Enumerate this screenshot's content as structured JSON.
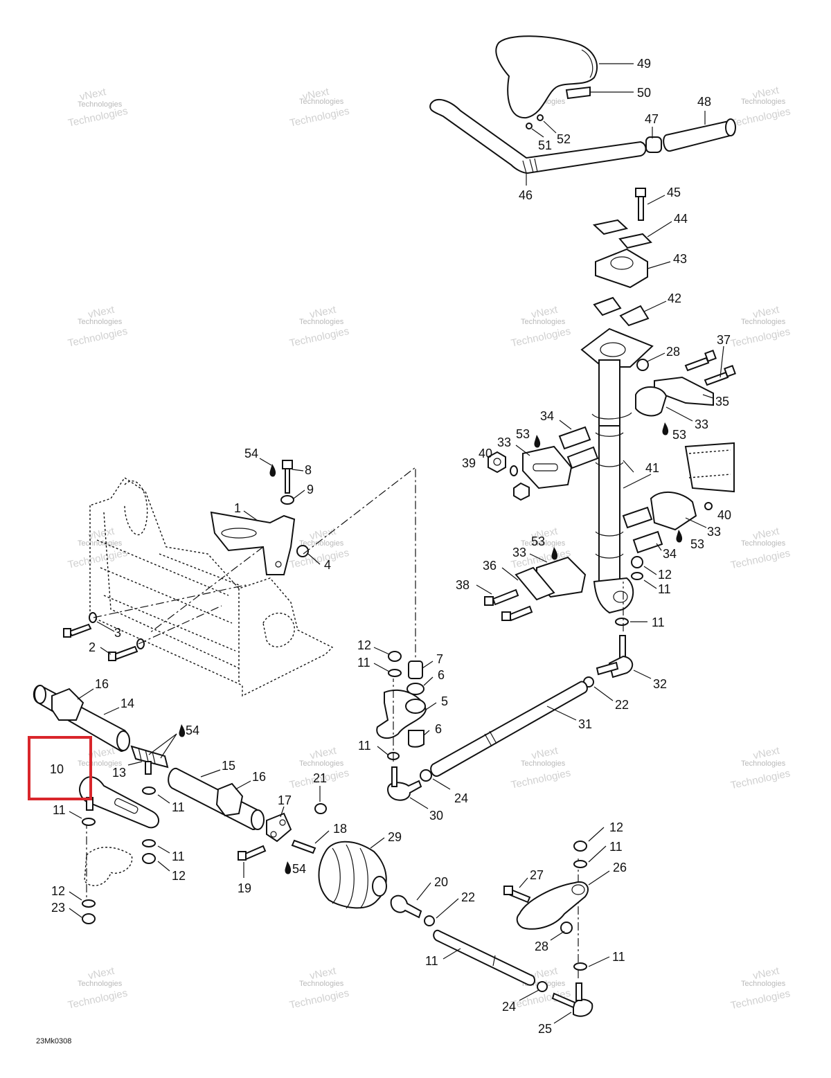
{
  "drawing_code": "23Mk0308",
  "watermark": {
    "line1": "vNext",
    "line2": "Technologies",
    "line3": "Technologies"
  },
  "highlight": {
    "label": "10",
    "color": "#d9262b"
  },
  "callouts": [
    {
      "id": "49",
      "label": "49"
    },
    {
      "id": "50",
      "label": "50"
    },
    {
      "id": "48",
      "label": "48"
    },
    {
      "id": "47",
      "label": "47"
    },
    {
      "id": "52",
      "label": "52"
    },
    {
      "id": "51",
      "label": "51"
    },
    {
      "id": "46",
      "label": "46"
    },
    {
      "id": "45",
      "label": "45"
    },
    {
      "id": "44",
      "label": "44"
    },
    {
      "id": "43",
      "label": "43"
    },
    {
      "id": "42",
      "label": "42"
    },
    {
      "id": "37",
      "label": "37"
    },
    {
      "id": "28a",
      "label": "28"
    },
    {
      "id": "35",
      "label": "35"
    },
    {
      "id": "34a",
      "label": "34"
    },
    {
      "id": "33a",
      "label": "33"
    },
    {
      "id": "53a",
      "label": "53"
    },
    {
      "id": "33b",
      "label": "33"
    },
    {
      "id": "53b",
      "label": "53"
    },
    {
      "id": "39",
      "label": "39"
    },
    {
      "id": "40a",
      "label": "40"
    },
    {
      "id": "41",
      "label": "41"
    },
    {
      "id": "40b",
      "label": "40"
    },
    {
      "id": "33c",
      "label": "33"
    },
    {
      "id": "53c",
      "label": "53"
    },
    {
      "id": "34b",
      "label": "34"
    },
    {
      "id": "53d",
      "label": "53"
    },
    {
      "id": "33d",
      "label": "33"
    },
    {
      "id": "36",
      "label": "36"
    },
    {
      "id": "12a",
      "label": "12"
    },
    {
      "id": "11a",
      "label": "11"
    },
    {
      "id": "38",
      "label": "38"
    },
    {
      "id": "11b",
      "label": "11"
    },
    {
      "id": "54a",
      "label": "54"
    },
    {
      "id": "8",
      "label": "8"
    },
    {
      "id": "9",
      "label": "9"
    },
    {
      "id": "1",
      "label": "1"
    },
    {
      "id": "4",
      "label": "4"
    },
    {
      "id": "3",
      "label": "3"
    },
    {
      "id": "2",
      "label": "2"
    },
    {
      "id": "12b",
      "label": "12"
    },
    {
      "id": "11c",
      "label": "11"
    },
    {
      "id": "7",
      "label": "7"
    },
    {
      "id": "6a",
      "label": "6"
    },
    {
      "id": "5",
      "label": "5"
    },
    {
      "id": "6b",
      "label": "6"
    },
    {
      "id": "11d",
      "label": "11"
    },
    {
      "id": "32",
      "label": "32"
    },
    {
      "id": "22a",
      "label": "22"
    },
    {
      "id": "31",
      "label": "31"
    },
    {
      "id": "16a",
      "label": "16"
    },
    {
      "id": "14",
      "label": "14"
    },
    {
      "id": "54b",
      "label": "54"
    },
    {
      "id": "13",
      "label": "13"
    },
    {
      "id": "15",
      "label": "15"
    },
    {
      "id": "16b",
      "label": "16"
    },
    {
      "id": "21",
      "label": "21"
    },
    {
      "id": "24a",
      "label": "24"
    },
    {
      "id": "30",
      "label": "30"
    },
    {
      "id": "11e",
      "label": "11"
    },
    {
      "id": "11f",
      "label": "11"
    },
    {
      "id": "17",
      "label": "17"
    },
    {
      "id": "18",
      "label": "18"
    },
    {
      "id": "29",
      "label": "29"
    },
    {
      "id": "11g",
      "label": "11"
    },
    {
      "id": "12c",
      "label": "12"
    },
    {
      "id": "19",
      "label": "19"
    },
    {
      "id": "54c",
      "label": "54"
    },
    {
      "id": "12d",
      "label": "12"
    },
    {
      "id": "11h",
      "label": "11"
    },
    {
      "id": "26",
      "label": "26"
    },
    {
      "id": "27",
      "label": "27"
    },
    {
      "id": "20",
      "label": "20"
    },
    {
      "id": "22b",
      "label": "22"
    },
    {
      "id": "28b",
      "label": "28"
    },
    {
      "id": "11i",
      "label": "11"
    },
    {
      "id": "12e",
      "label": "12"
    },
    {
      "id": "23",
      "label": "23"
    },
    {
      "id": "11j",
      "label": "11"
    },
    {
      "id": "24b",
      "label": "24"
    },
    {
      "id": "25",
      "label": "25"
    }
  ]
}
